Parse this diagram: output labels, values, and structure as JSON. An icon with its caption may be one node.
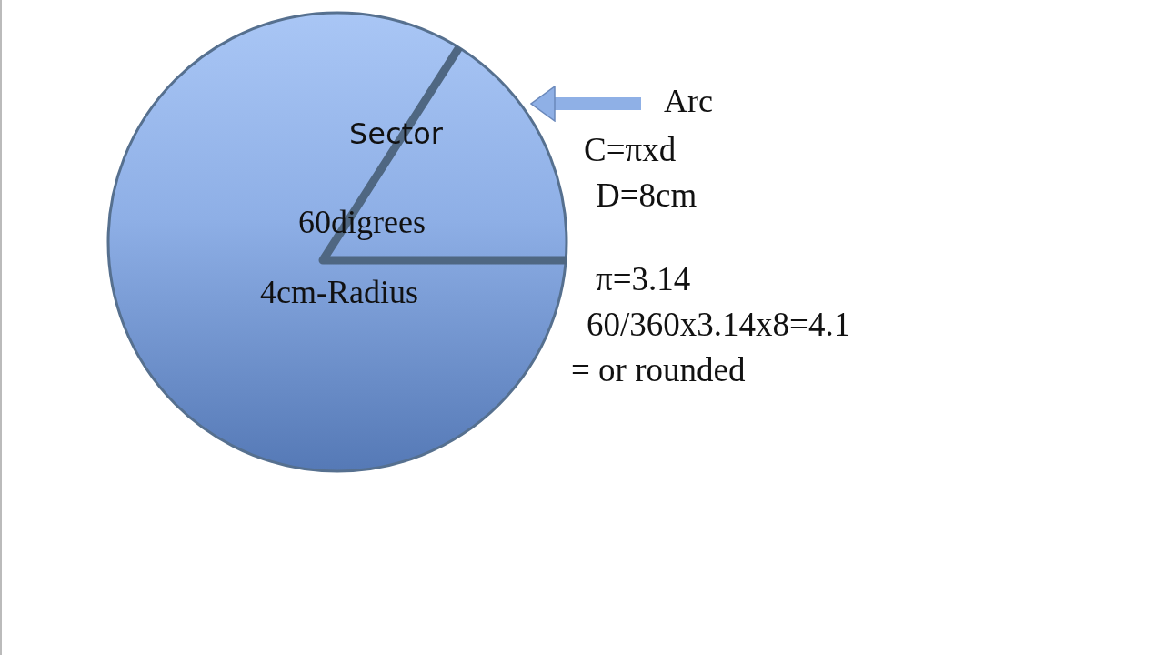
{
  "diagram": {
    "nodes": [
      {
        "text": [
          "Sector",
          "60digrees",
          "4cm-Radius"
        ]
      },
      {
        "text": [
          "Arc"
        ]
      }
    ],
    "edges": [
      {
        "from": 1,
        "to": 0,
        "arrow": "to"
      }
    ],
    "labels": [
      "C=πxd",
      "D=8cm",
      "π=3.14",
      "60/360x3.14x8=4.1",
      "= or rounded"
    ]
  }
}
